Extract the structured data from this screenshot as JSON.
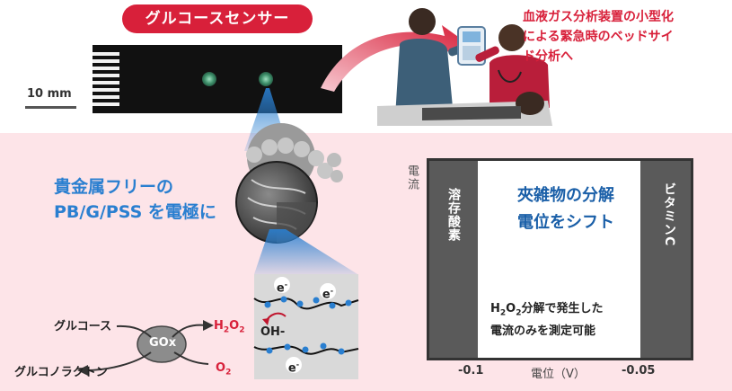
{
  "title": "グルコースセンサー",
  "scale_label": "10 mm",
  "note": {
    "line1": "血液ガス分析装置の小型化",
    "line2": "による緊急時のベッドサイ",
    "line3": "ド分析へ"
  },
  "electrode": {
    "line1": "貴金属フリーの",
    "line2": "PB/G/PSS を電極に"
  },
  "reaction": {
    "glucose": "グルコース",
    "gluconolactone": "グルコノラクトン",
    "enzyme": "GOx",
    "h2o2": "H",
    "h2o2_sub1": "2",
    "h2o2_o": "O",
    "h2o2_sub2": "2",
    "o2": "O",
    "o2_sub": "2",
    "oh": "OH-",
    "electron": "e",
    "electron_sup": "-"
  },
  "graph": {
    "y_label": "電流",
    "left_band": "溶存酸素",
    "right_band": "ビタミンC",
    "center_line1": "夾雑物の分解",
    "center_line2": "電位をシフト",
    "h2o2_line1_a": "H",
    "h2o2_line1_sub1": "2",
    "h2o2_line1_b": "O",
    "h2o2_line1_sub2": "2",
    "h2o2_line1_c": "分解で発生した",
    "h2o2_line2": "電流のみを測定可能",
    "x_tick_1": "-0.1",
    "x_tick_2": "-0.05",
    "x_label": "電位（V）"
  },
  "colors": {
    "accent_red": "#d8203a",
    "accent_blue": "#2a7fd0",
    "pink_bg": "#fde4e8",
    "band_gray": "#5a5a5a"
  }
}
